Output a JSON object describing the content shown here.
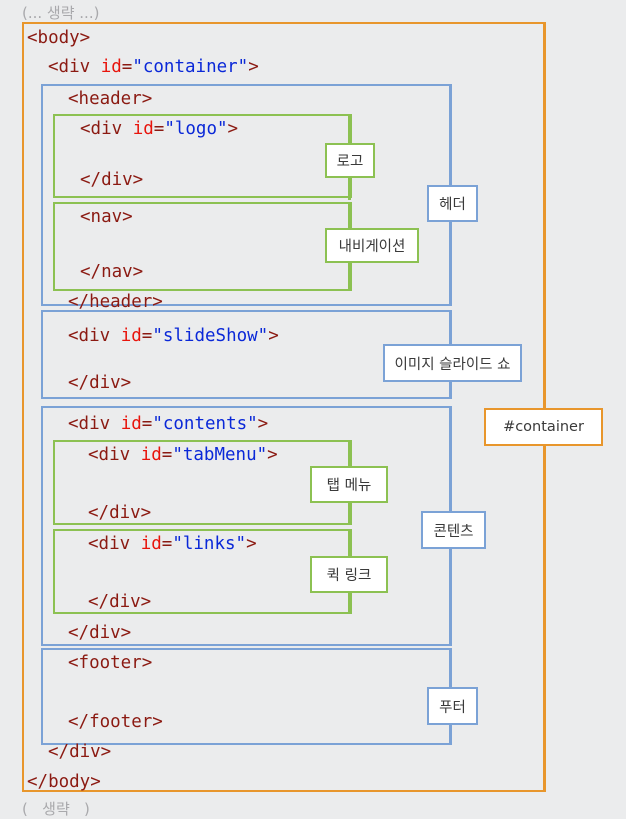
{
  "diagram": {
    "title": "HTML document structure outline",
    "background_color": "#ebeced",
    "omission_top": "(... 생략 ...)",
    "omission_bottom": "(   생략   )",
    "colors": {
      "orange": "#e8962c",
      "blue": "#7ba2d6",
      "green": "#8cc152",
      "tag": "#8b1a12",
      "attribute": "#e8140c",
      "value": "#0a28d8",
      "muted": "#a9a9ac"
    }
  },
  "code_lines": {
    "body_open": "<body>",
    "container_open_pre": "<div ",
    "container_attr": "id",
    "container_eq": "=",
    "container_val": "\"container\"",
    "container_open_post": ">",
    "header_open": "<header>",
    "logo_open_pre": "<div ",
    "logo_attr": "id",
    "logo_eq": "=",
    "logo_val": "\"logo\"",
    "logo_open_post": ">",
    "logo_close": "</div>",
    "nav_open": "<nav>",
    "nav_close": "</nav>",
    "header_close": "</header>",
    "slideshow_open_pre": "<div ",
    "slideshow_attr": "id",
    "slideshow_eq": "=",
    "slideshow_val": "\"slideShow\"",
    "slideshow_open_post": ">",
    "slideshow_close": "</div>",
    "contents_open_pre": "<div ",
    "contents_attr": "id",
    "contents_eq": "=",
    "contents_val": "\"contents\"",
    "contents_open_post": ">",
    "tabmenu_open_pre": "<div ",
    "tabmenu_attr": "id",
    "tabmenu_eq": "=",
    "tabmenu_val": "\"tabMenu\"",
    "tabmenu_open_post": ">",
    "tabmenu_close": "</div>",
    "links_open_pre": "<div ",
    "links_attr": "id",
    "links_eq": "=",
    "links_val": "\"links\"",
    "links_open_post": ">",
    "links_close": "</div>",
    "contents_close": "</div>",
    "footer_open": "<footer>",
    "footer_close": "</footer>",
    "container_close": "</div>",
    "body_close": "</body>"
  },
  "labels": {
    "logo": "로고",
    "nav": "내비게이션",
    "header": "헤더",
    "slideshow": "이미지 슬라이드 쇼",
    "tabmenu": "탭 메뉴",
    "links": "퀵 링크",
    "contents": "콘텐츠",
    "footer": "푸터",
    "container": "#container"
  }
}
